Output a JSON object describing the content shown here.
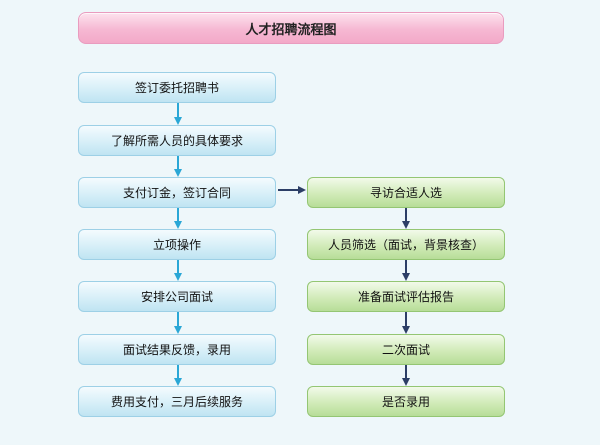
{
  "title": "人才招聘流程图",
  "left_steps": [
    "签订委托招聘书",
    "了解所需人员的具体要求",
    "支付订金，签订合同",
    "立项操作",
    "安排公司面试",
    "面试结果反馈，录用",
    "费用支付，三月后续服务"
  ],
  "right_steps": [
    "寻访合适人选",
    "人员筛选（面试，背景核查）",
    "准备面试评估报告",
    "二次面试",
    "是否录用"
  ],
  "colors": {
    "left_arrow": "#2aa7d6",
    "right_arrow": "#2c3e66"
  }
}
